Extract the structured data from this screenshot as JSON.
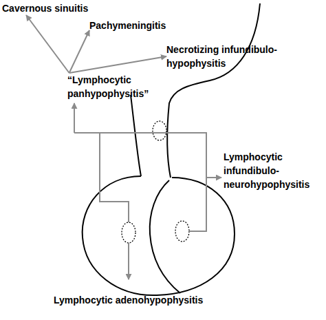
{
  "diagram": {
    "nodes": [
      {
        "text": [
          "Cavernous sinuitis"
        ]
      },
      {
        "text": [
          "Pachymeningitis"
        ]
      },
      {
        "text": [
          "Necrotizing infundibulo- hypophysitis"
        ]
      },
      {
        "text": [
          "“Lymphocytic panhypophysitis”"
        ]
      },
      {
        "text": [
          "Lymphocytic infundibulo- neurohypophysitis"
        ]
      },
      {
        "text": [
          "Lymphocytic adenohypophysitis"
        ]
      }
    ],
    "edges": [
      {
        "from": 3,
        "to": 0,
        "arrow": "to"
      },
      {
        "from": 3,
        "to": 1,
        "arrow": "to"
      },
      {
        "from": 3,
        "to": 2,
        "arrow": "to"
      }
    ]
  }
}
